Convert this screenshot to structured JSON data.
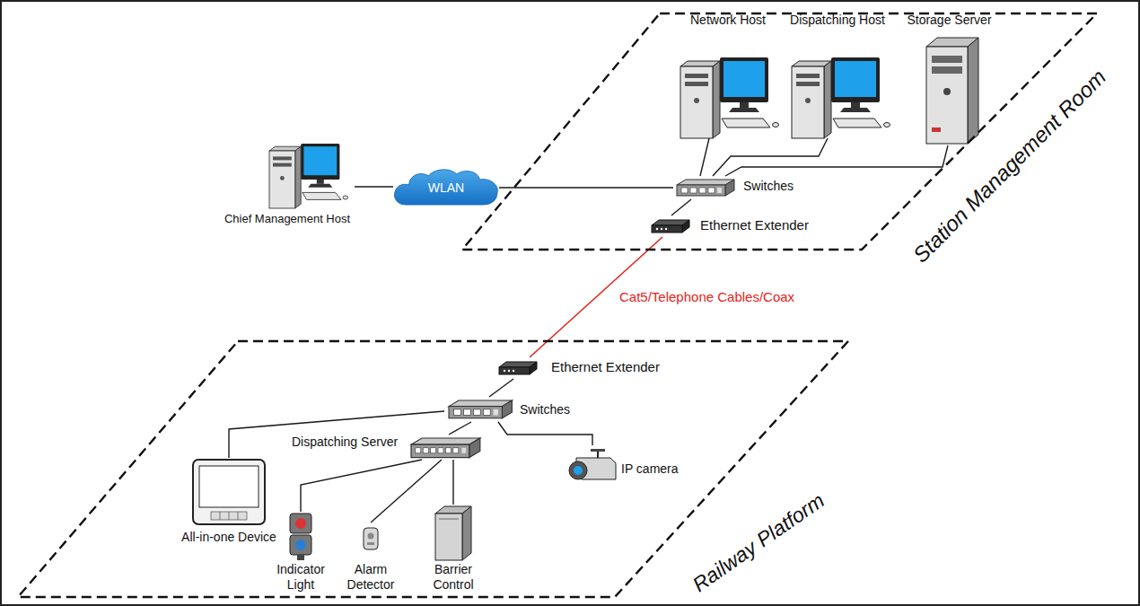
{
  "diagram": {
    "nodes": [
      {
        "text": [
          "Station Management Room"
        ]
      },
      {
        "text": [
          "Network Host"
        ],
        "in": 0
      },
      {
        "text": [
          "Dispatching Host"
        ],
        "in": 0
      },
      {
        "text": [
          "Storage Server"
        ],
        "in": 0
      },
      {
        "text": [
          "Chief Management Host"
        ]
      },
      {
        "text": [
          "WLAN"
        ]
      },
      {
        "text": [
          "Switches"
        ],
        "in": 0
      },
      {
        "text": [
          "Ethernet Extender"
        ],
        "in": 0
      },
      {
        "text": [
          "Railway Platform"
        ]
      },
      {
        "text": [
          "Ethernet Extender"
        ],
        "in": 8
      },
      {
        "text": [
          "Switches"
        ],
        "in": 8
      },
      {
        "text": [
          "Dispatching Server"
        ],
        "in": 8
      },
      {
        "text": [
          "IP camera"
        ],
        "in": 8
      },
      {
        "text": [
          "All-in-one Device"
        ],
        "in": 8
      },
      {
        "text": [
          "Indicator Light"
        ],
        "in": 8
      },
      {
        "text": [
          "Alarm Detector"
        ],
        "in": 8
      },
      {
        "text": [
          "Barrier Control"
        ],
        "in": 8
      }
    ],
    "edges": [
      {
        "from": 4,
        "to": 5,
        "arrow": "none"
      },
      {
        "from": 5,
        "to": 6,
        "arrow": "none"
      },
      {
        "from": 6,
        "to": 1,
        "arrow": "none"
      },
      {
        "from": 6,
        "to": 2,
        "arrow": "none"
      },
      {
        "from": 6,
        "to": 3,
        "arrow": "none"
      },
      {
        "from": 6,
        "to": 7,
        "arrow": "none"
      },
      {
        "from": 7,
        "to": 9,
        "label": "Cat5/Telephone Cables/Coax",
        "arrow": "none"
      },
      {
        "from": 9,
        "to": 10,
        "arrow": "none"
      },
      {
        "from": 10,
        "to": 13,
        "arrow": "none"
      },
      {
        "from": 10,
        "to": 11,
        "arrow": "none"
      },
      {
        "from": 10,
        "to": 12,
        "arrow": "none"
      },
      {
        "from": 11,
        "to": 14,
        "arrow": "none"
      },
      {
        "from": 11,
        "to": 15,
        "arrow": "none"
      },
      {
        "from": 11,
        "to": 16,
        "arrow": "none"
      }
    ]
  }
}
